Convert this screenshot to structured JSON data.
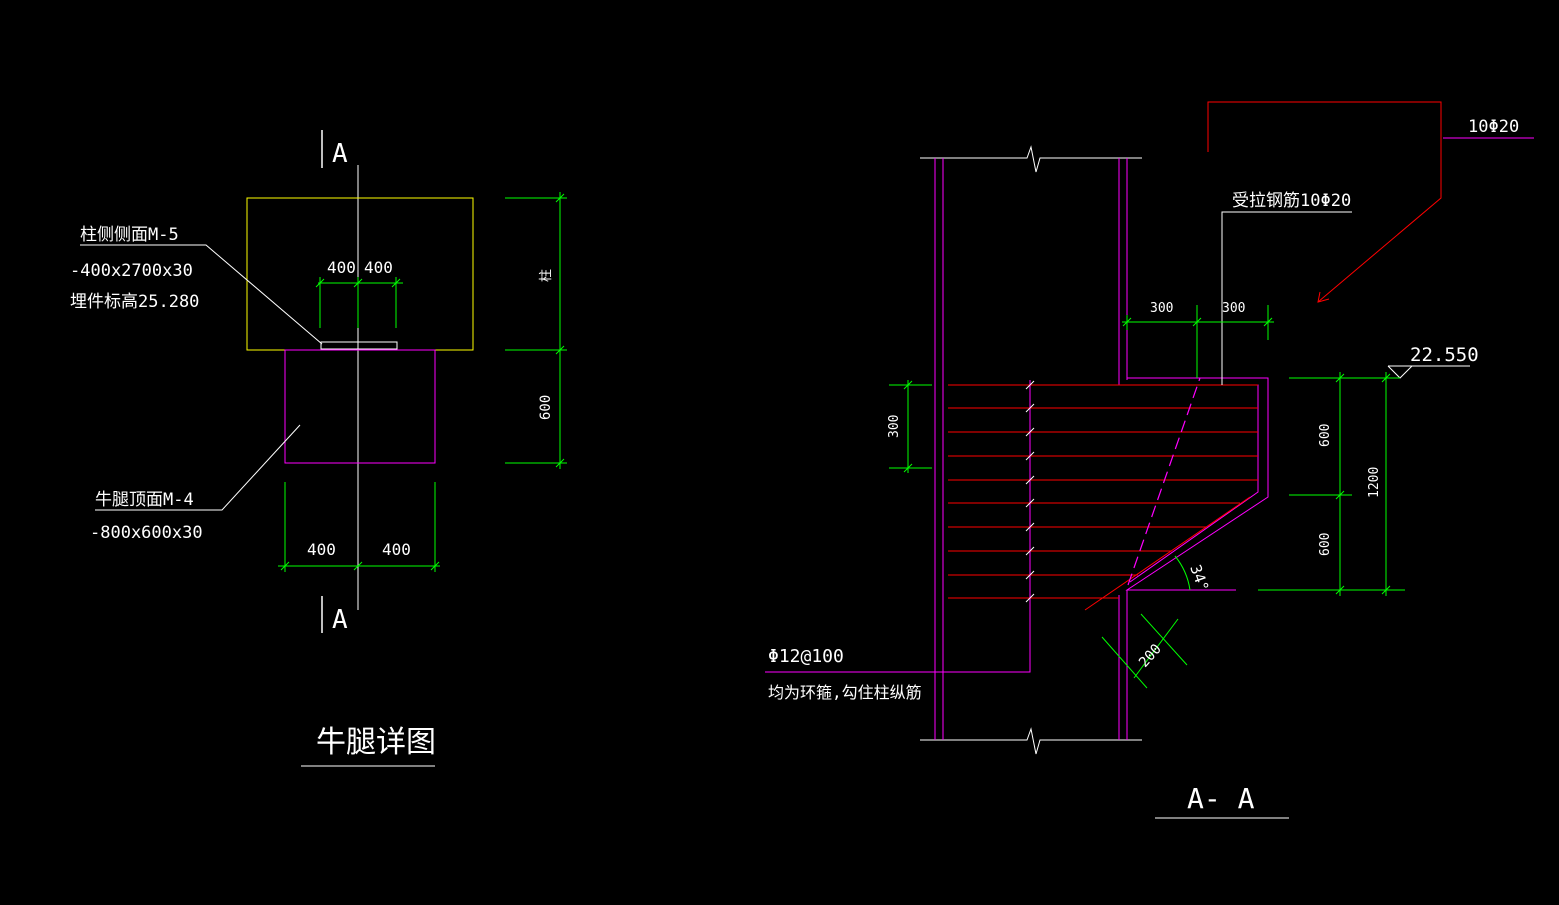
{
  "colors": {
    "background": "#000000",
    "white": "#ffffff",
    "magenta": "#ff00ff",
    "red": "#ff0000",
    "green": "#00ff00",
    "yellow": "#ffff00"
  },
  "left_view": {
    "section_mark_top": "A",
    "section_mark_bottom": "A",
    "dim_top_left": "400",
    "dim_top_right": "400",
    "dim_bottom_left": "400",
    "dim_bottom_right": "400",
    "dim_side_column": "柱",
    "dim_side_corbel": "600",
    "note_m5_title": "柱侧侧面M-5",
    "note_m5_size": "-400x2700x30",
    "note_m5_elev": "埋件标高25.280",
    "note_m4_title": "牛腿顶面M-4",
    "note_m4_size": "-800x600x30",
    "title": "牛腿详图"
  },
  "right_view": {
    "label_top_bar": "10Φ20",
    "label_tension_bar": "受拉钢筋10Φ20",
    "dim_300_a": "300",
    "dim_300_b": "300",
    "elevation": "22.550",
    "dim_left_300": "300",
    "dim_right_600_top": "600",
    "dim_right_600_bottom": "600",
    "dim_right_1200": "1200",
    "angle": "34°",
    "dim_200": "200",
    "stirrup_label": "Φ12@100",
    "stirrup_note": "均为环箍,勾住柱纵筋",
    "title": "A- A"
  }
}
